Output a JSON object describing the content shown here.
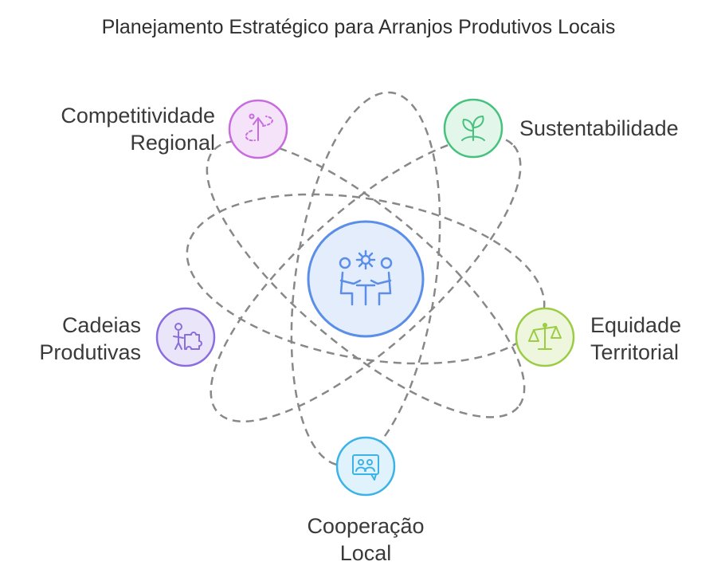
{
  "title": "Planejamento Estratégico para Arranjos Produtivos Locais",
  "nodes": {
    "competitividade": {
      "line1": "Competitividade",
      "line2": "Regional",
      "icon": "compass-path-icon",
      "color": "#c86bde",
      "fill": "#f5e3fa"
    },
    "sustentabilidade": {
      "line1": "Sustentabilidade",
      "icon": "sprout-icon",
      "color": "#45c27d",
      "fill": "#e2f6ea"
    },
    "cadeias": {
      "line1": "Cadeias",
      "line2": "Produtivas",
      "icon": "person-puzzle-icon",
      "color": "#8a6ee0",
      "fill": "#ebe5fa"
    },
    "equidade": {
      "line1": "Equidade",
      "line2": "Territorial",
      "icon": "balance-scale-icon",
      "color": "#9ccc44",
      "fill": "#eef7de"
    },
    "cooperacao": {
      "line1": "Cooperação",
      "line2": "Local",
      "icon": "group-chat-icon",
      "color": "#3bb3e6",
      "fill": "#e0f3fc"
    },
    "center": {
      "icon": "collaboration-icon",
      "color": "#5a8ee8",
      "fill": "#e4edfb"
    }
  },
  "orbit_color": "#888888"
}
